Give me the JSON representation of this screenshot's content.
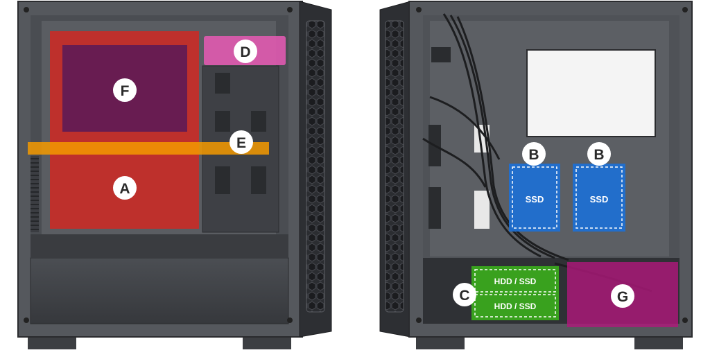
{
  "markers": {
    "a": "A",
    "b1": "B",
    "b2": "B",
    "c": "C",
    "d": "D",
    "e": "E",
    "f": "F",
    "g": "G"
  },
  "drive_labels": {
    "ssd_left": "SSD",
    "ssd_right": "SSD",
    "hdd_top": "HDD / SSD",
    "hdd_bottom": "HDD / SSD"
  },
  "colors": {
    "zone_a": "#e0221b",
    "zone_b": "#1f6fd1",
    "zone_c": "#3aa81e",
    "zone_d": "#e05ab0",
    "zone_e": "#f59a00",
    "zone_f": "#6a1a55",
    "zone_g": "#b0187c",
    "case": "#3a3c40"
  }
}
